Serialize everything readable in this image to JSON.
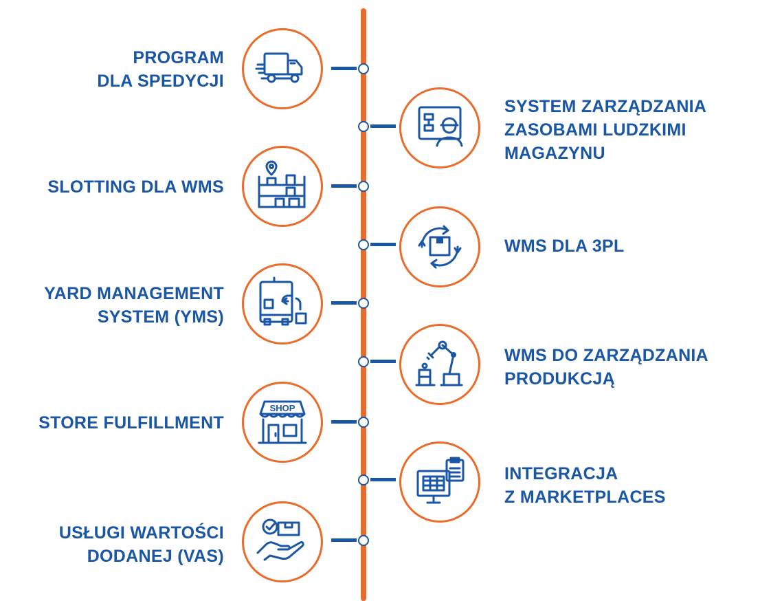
{
  "colors": {
    "primary": "#1a56a6",
    "accent": "#ea6b2a"
  },
  "items": [
    {
      "side": "left",
      "lines": [
        "PROGRAM",
        "DLA SPEDYCJI"
      ],
      "icon": "truck-icon"
    },
    {
      "side": "right",
      "lines": [
        "SYSTEM ZARZĄDZANIA",
        "ZASOBAMI LUDZKIMI",
        "MAGAZYNU"
      ],
      "icon": "worker-dashboard-icon"
    },
    {
      "side": "left",
      "lines": [
        "SLOTTING DLA WMS"
      ],
      "icon": "shelf-location-icon"
    },
    {
      "side": "right",
      "lines": [
        "WMS DLA 3PL"
      ],
      "icon": "box-cycle-icon"
    },
    {
      "side": "left",
      "lines": [
        "YARD MANAGEMENT",
        "SYSTEM (YMS)"
      ],
      "icon": "truck-unload-icon"
    },
    {
      "side": "right",
      "lines": [
        "WMS DO ZARZĄDZANIA",
        "PRODUKCJĄ"
      ],
      "icon": "robot-arm-icon"
    },
    {
      "side": "left",
      "lines": [
        "STORE FULFILLMENT"
      ],
      "icon": "shop-icon",
      "icon_text": "SHOP"
    },
    {
      "side": "right",
      "lines": [
        "INTEGRACJA",
        "Z MARKETPLACES"
      ],
      "icon": "computer-clipboard-icon"
    },
    {
      "side": "left",
      "lines": [
        "USŁUGI WARTOŚCI",
        "DODANEJ (VAS)"
      ],
      "icon": "hand-box-icon"
    }
  ]
}
